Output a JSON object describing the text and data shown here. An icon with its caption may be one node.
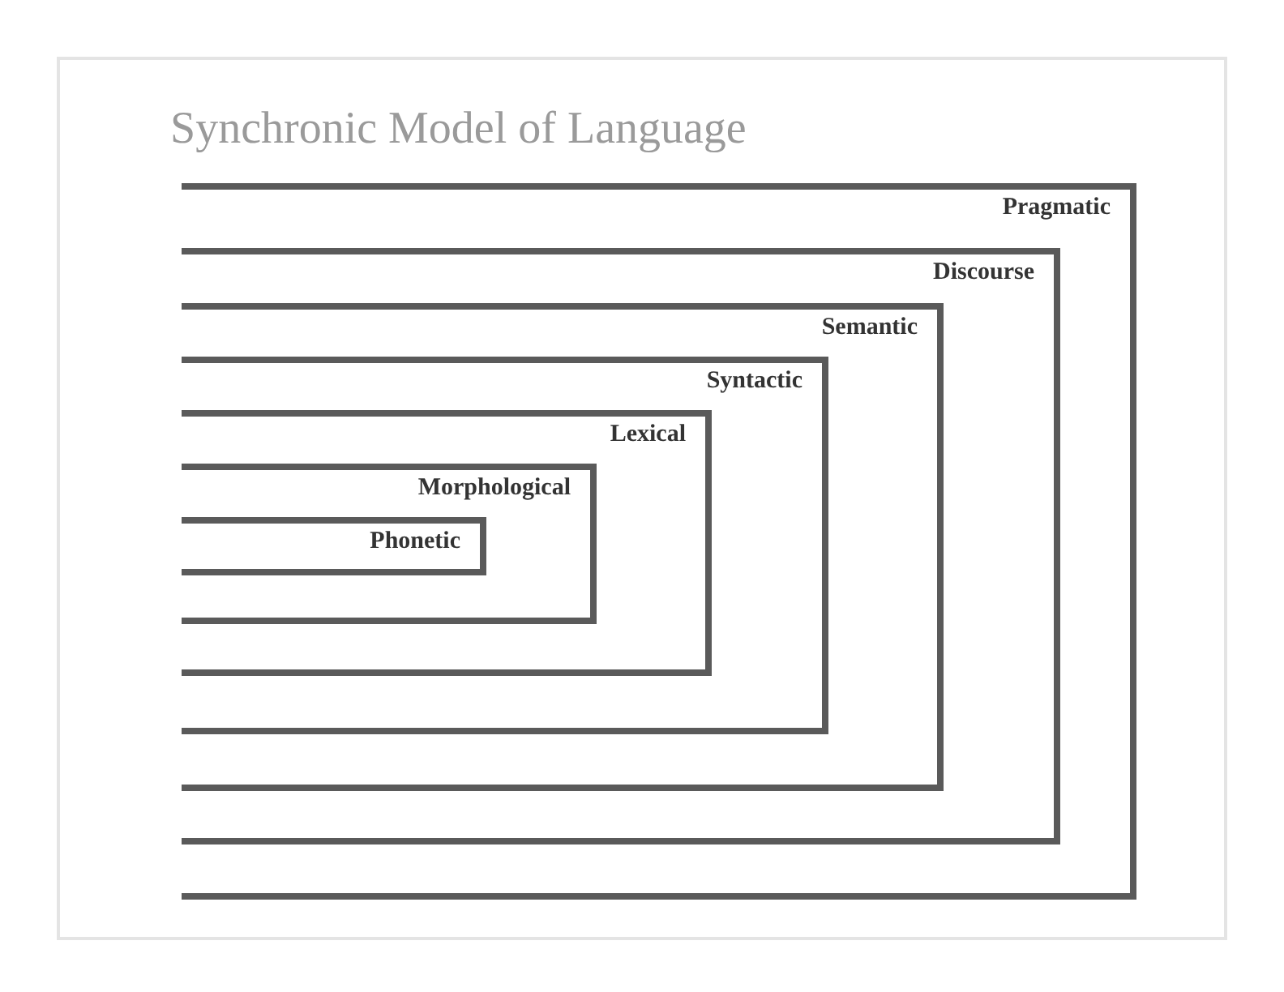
{
  "diagram": {
    "title": "Synchronic Model of Language",
    "nodes": [
      {
        "text": [
          "Pragmatic"
        ]
      },
      {
        "text": [
          "Discourse"
        ],
        "in": 0
      },
      {
        "text": [
          "Semantic"
        ],
        "in": 1
      },
      {
        "text": [
          "Syntactic"
        ],
        "in": 2
      },
      {
        "text": [
          "Lexical"
        ],
        "in": 3
      },
      {
        "text": [
          "Morphological"
        ],
        "in": 4
      },
      {
        "text": [
          "Phonetic"
        ],
        "in": 5
      }
    ],
    "edges": []
  }
}
